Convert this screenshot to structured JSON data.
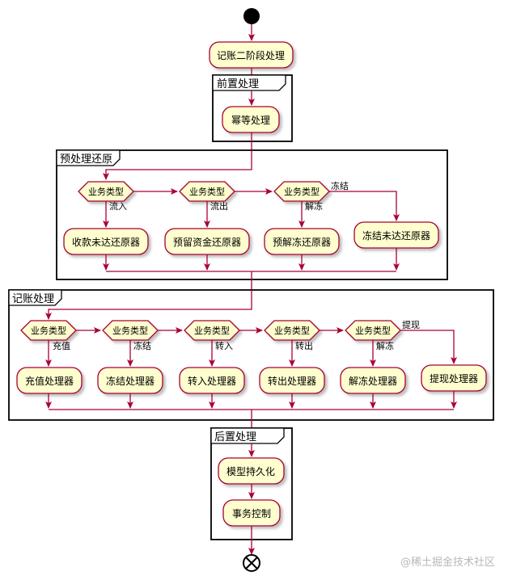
{
  "diagram": {
    "title_node": "记账二阶段处理",
    "groups": {
      "pre": "前置处理",
      "restore": "预处理还原",
      "book": "记账处理",
      "post": "后置处理"
    },
    "pre_nodes": {
      "idempotent": "幂等处理"
    },
    "restore_section": {
      "decision_label": "业务类型",
      "branches": [
        "流入",
        "流出",
        "解冻",
        "冻结"
      ],
      "actions": [
        "收款未达还原器",
        "预留资金还原器",
        "预解冻还原器",
        "冻结未达还原器"
      ]
    },
    "book_section": {
      "decision_label": "业务类型",
      "branches": [
        "充值",
        "冻结",
        "转入",
        "转出",
        "解冻",
        "提现"
      ],
      "actions": [
        "充值处理器",
        "冻结处理器",
        "转入处理器",
        "转出处理器",
        "解冻处理器",
        "提现处理器"
      ]
    },
    "post_nodes": {
      "persist": "模型持久化",
      "transaction": "事务控制"
    },
    "watermark": "@稀土掘金技术社区"
  },
  "colors": {
    "node_fill": "#FEFECE",
    "stroke": "#A80036",
    "group_border": "#000000",
    "start": "#000000"
  }
}
